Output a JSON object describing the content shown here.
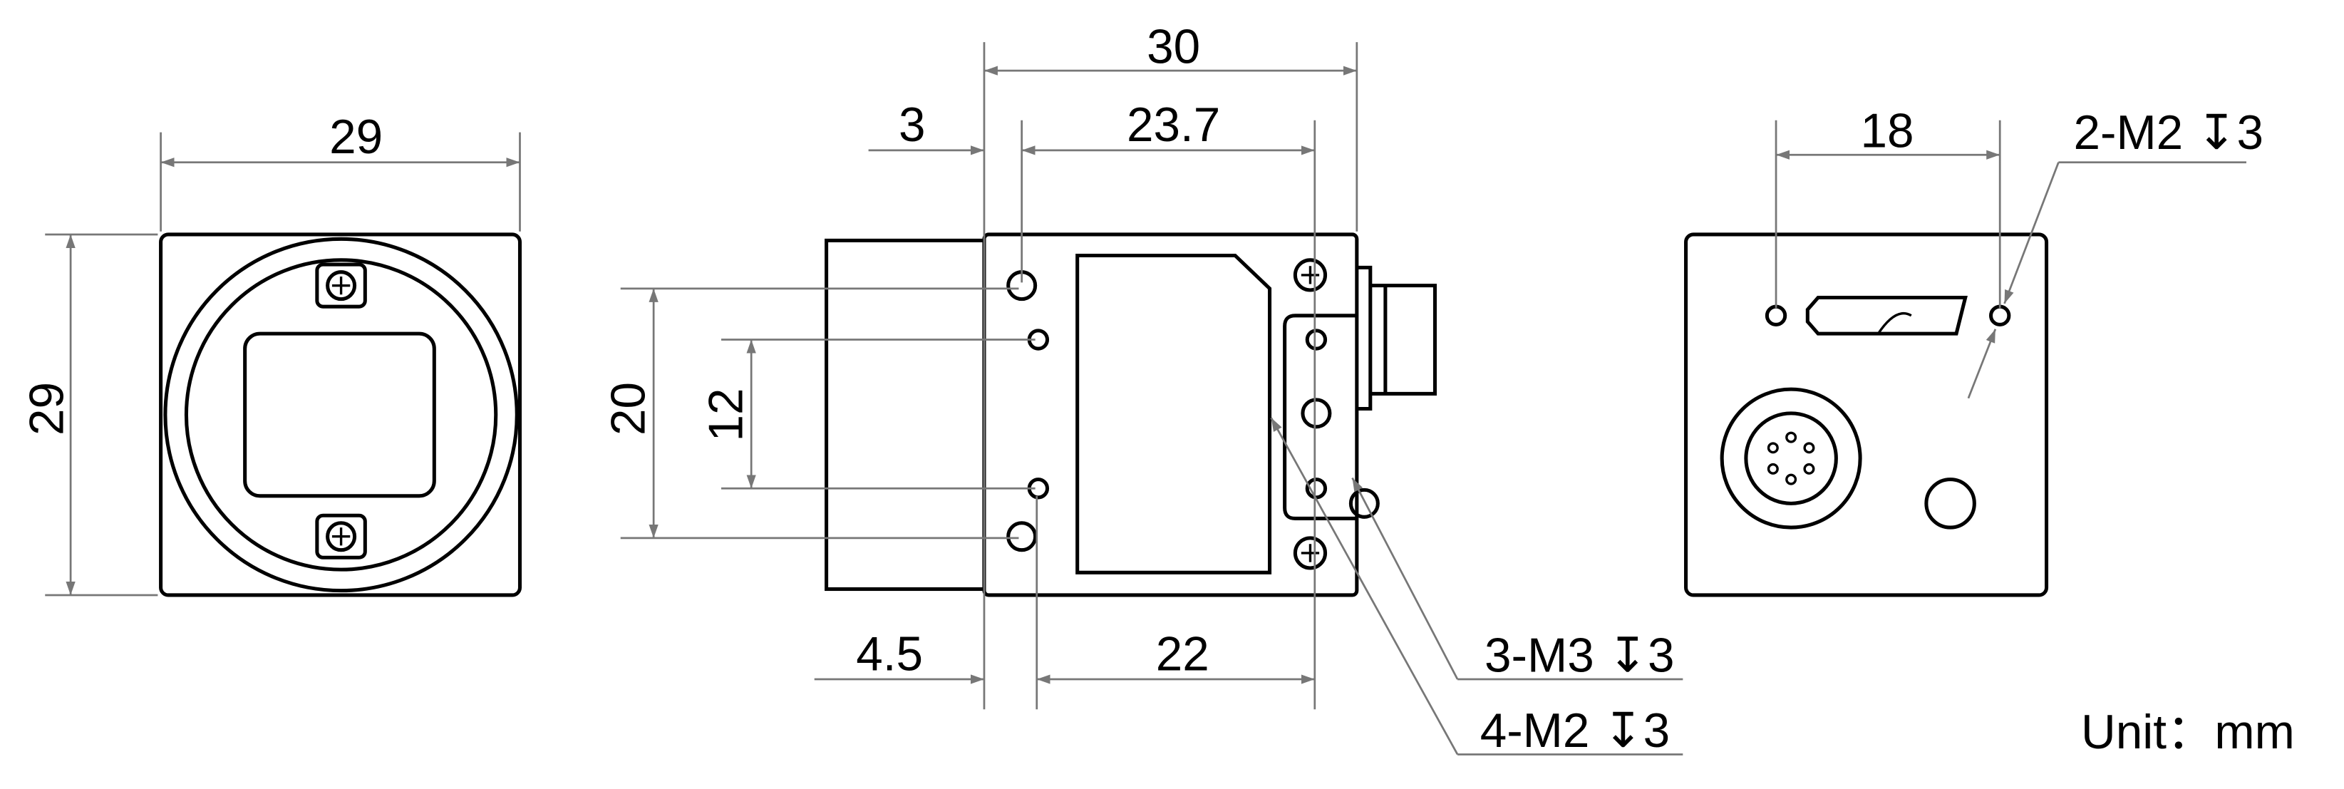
{
  "front_view": {
    "width_label": "29",
    "height_label": "29"
  },
  "side_view": {
    "length_label": "30",
    "offset_top_label": "3",
    "hole_span_top_label": "23.7",
    "offset_bottom_label": "4.5",
    "hole_span_bottom_label": "22",
    "vertical_outer_label": "20",
    "vertical_inner_label": "12",
    "callout_m3": "3-M3 ↧3",
    "callout_m2": "4-M2 ↧3"
  },
  "back_view": {
    "hole_span_label": "18",
    "callout_m2": "2-M2 ↧3"
  },
  "unit_label": "Unit：mm",
  "colors": {
    "outline": "#000000",
    "dimension": "#777777"
  }
}
